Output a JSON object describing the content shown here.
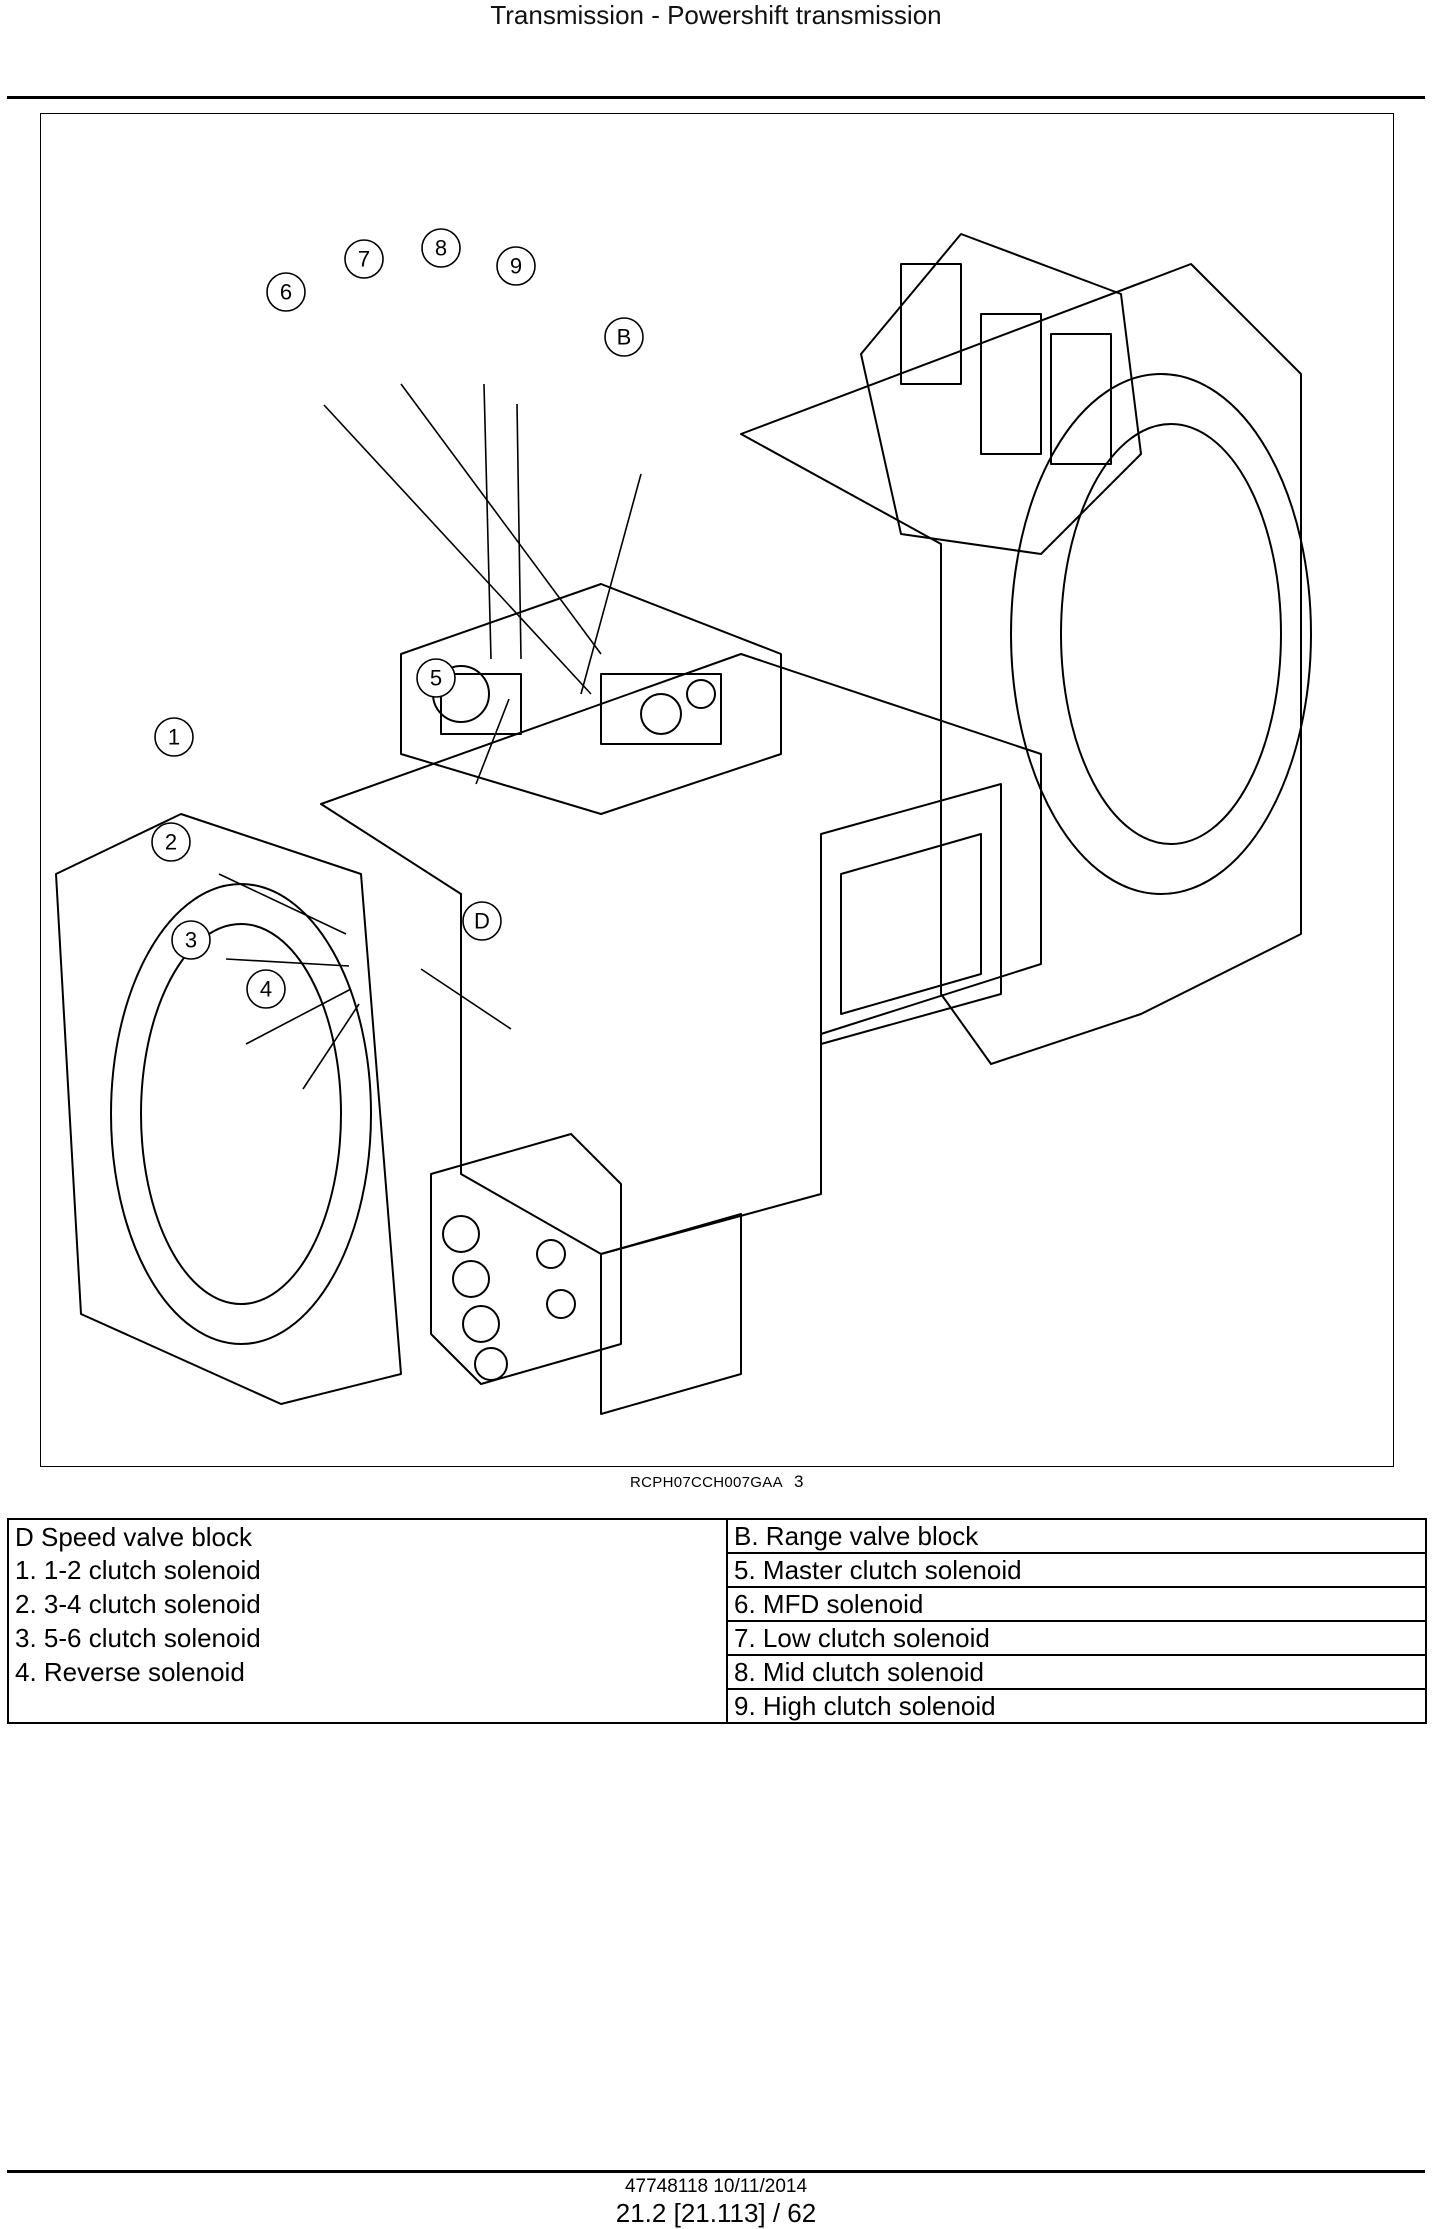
{
  "header": {
    "title": "Transmission - Powershift transmission"
  },
  "figure": {
    "reference": "RCPH07CCH007GAA",
    "number": "3",
    "callouts": [
      "1",
      "2",
      "3",
      "4",
      "5",
      "6",
      "7",
      "8",
      "9",
      "B",
      "D"
    ]
  },
  "legend": {
    "left": [
      "D Speed valve block",
      "1.  1-2 clutch solenoid",
      "2.  3-4 clutch solenoid",
      "3.  5-6 clutch solenoid",
      "4.  Reverse solenoid",
      ""
    ],
    "right": [
      "B. Range valve block",
      "5.  Master clutch solenoid",
      "6.  MFD solenoid",
      "7.  Low clutch solenoid",
      "8.  Mid clutch solenoid",
      "9.  High clutch solenoid"
    ]
  },
  "footer": {
    "doc": "47748118 10/11/2014",
    "page": "21.2 [21.113] / 62"
  }
}
